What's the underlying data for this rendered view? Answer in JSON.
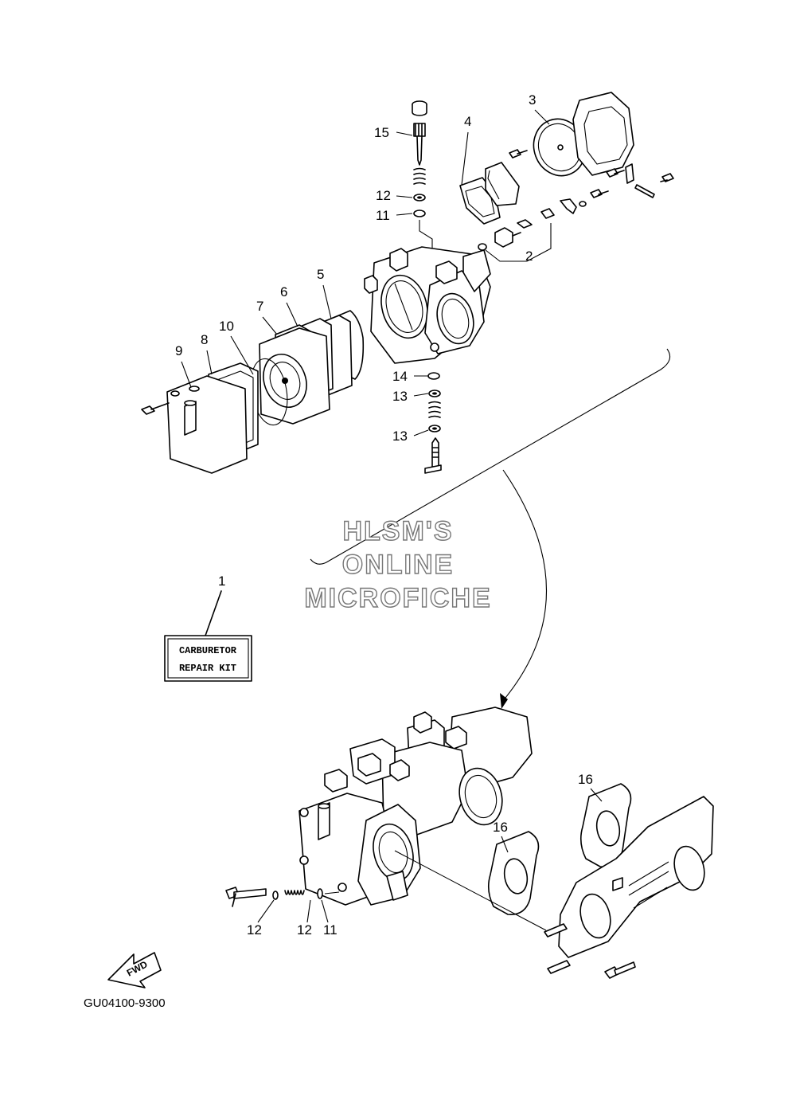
{
  "callouts": {
    "c1": "1",
    "c2": "2",
    "c3": "3",
    "c4": "4",
    "c5": "5",
    "c6": "6",
    "c7": "7",
    "c8": "8",
    "c9": "9",
    "c10": "10",
    "c11": "11",
    "c12": "12",
    "c13a": "13",
    "c13b": "13",
    "c14": "14",
    "c15": "15",
    "c16a": "16",
    "c16b": "16",
    "c12b": "12",
    "c12c": "12",
    "c11b": "11"
  },
  "watermark": {
    "line1": "HLSM'S",
    "line2": "ONLINE",
    "line3": "MICROFICHE"
  },
  "kit_label": {
    "line1": "CARBURETOR",
    "line2": "REPAIR KIT"
  },
  "fwd_label": "FWD",
  "diagram_code": "GU04100-9300"
}
